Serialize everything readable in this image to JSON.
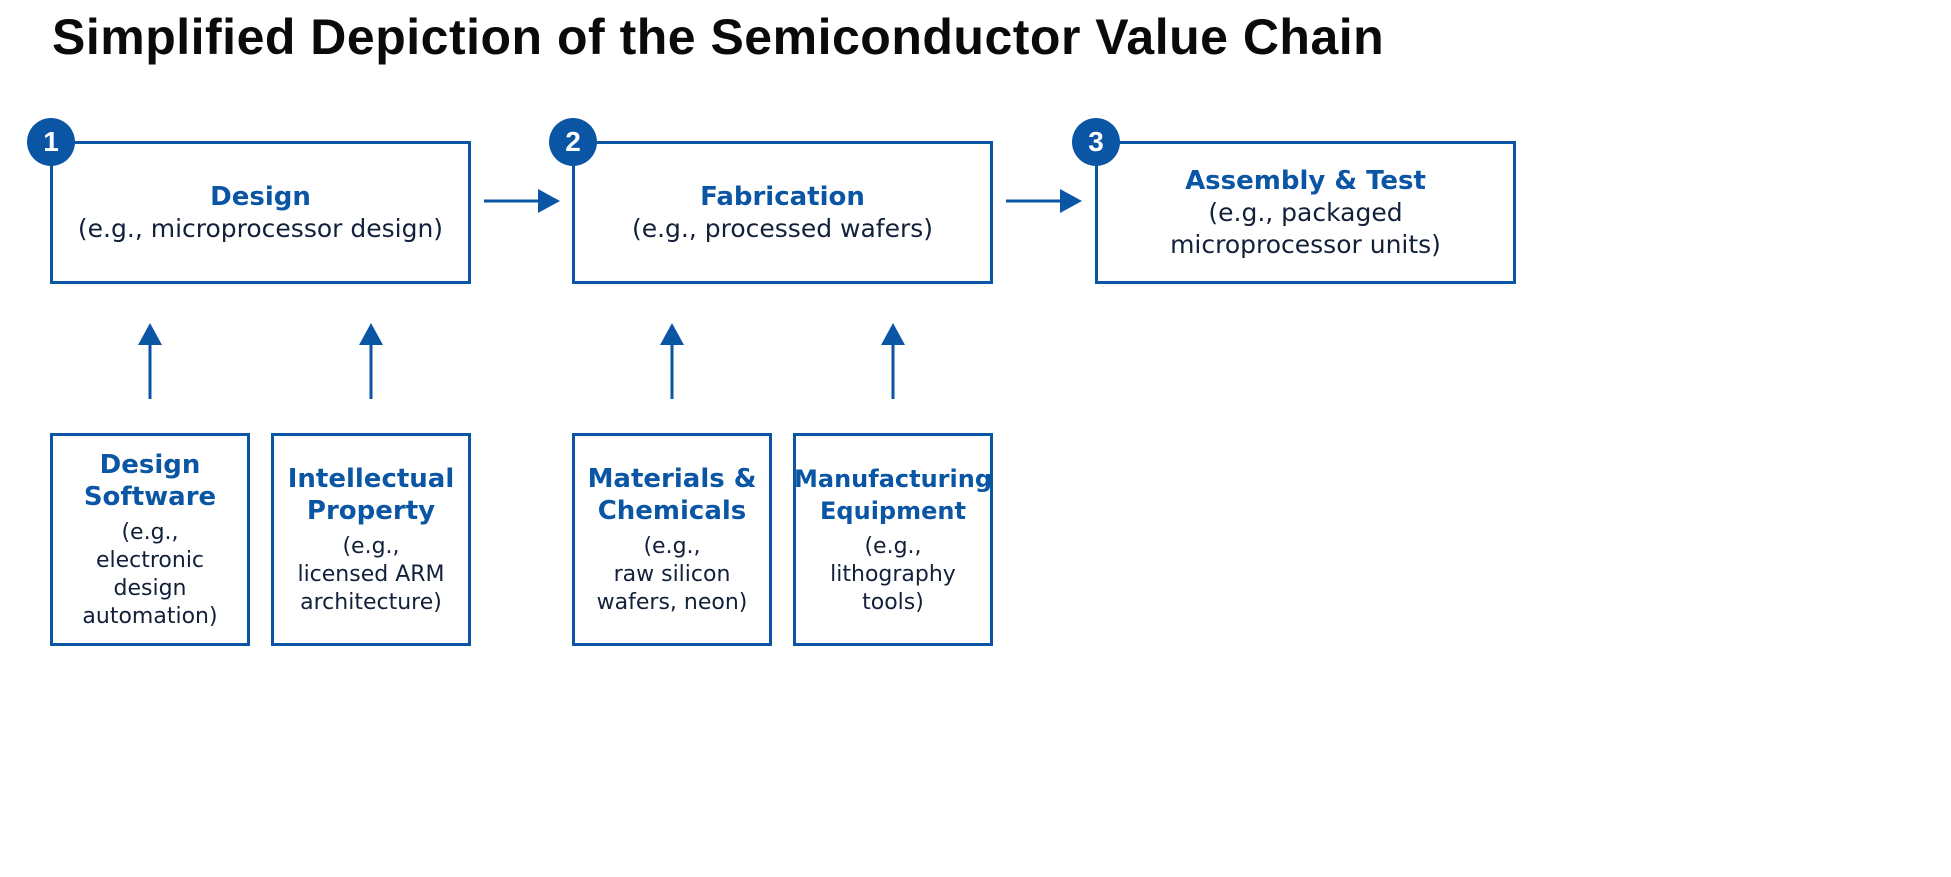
{
  "title": "Simplified Depiction of the Semiconductor Value Chain",
  "colors": {
    "accent": "#0b56a4",
    "text": "#12203a",
    "title": "#0a0a0a"
  },
  "stages": [
    {
      "number": "1",
      "title": "Design",
      "description": "(e.g., microprocessor design)"
    },
    {
      "number": "2",
      "title": "Fabrication",
      "description": "(e.g., processed wafers)"
    },
    {
      "number": "3",
      "title": "Assembly & Test",
      "description": "(e.g., packaged\nmicroprocessor units)"
    }
  ],
  "inputs": [
    {
      "title": "Design\nSoftware",
      "description": "(e.g.,\nelectronic\ndesign\nautomation)",
      "feeds": "Design"
    },
    {
      "title": "Intellectual\nProperty",
      "description": "(e.g.,\nlicensed ARM\narchitecture)",
      "feeds": "Design"
    },
    {
      "title": "Materials &\nChemicals",
      "description": "(e.g.,\nraw silicon\nwafers, neon)",
      "feeds": "Fabrication"
    },
    {
      "title": "Manufacturing\nEquipment",
      "description": "(e.g.,\nlithography\ntools)",
      "feeds": "Fabrication"
    }
  ]
}
